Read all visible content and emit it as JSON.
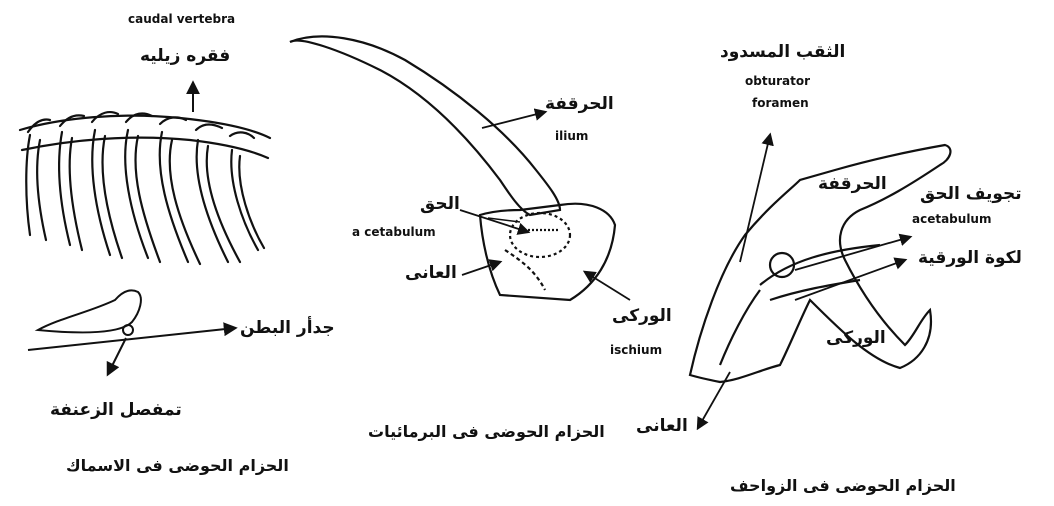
{
  "fish": {
    "caudal_vertebra_en": "caudal vertebra",
    "caudal_vertebra_ar": "فقره زيليه",
    "abdominal_wall_ar": "جدأر البطن",
    "fin_joint_ar": "تمفصل الزعنفة",
    "caption": "الحزام الحوضى فى الاسماك"
  },
  "amphibian": {
    "ilium_ar": "الحرقفة",
    "ilium_en": "ilium",
    "acetabulum_ar": "الحق",
    "acetabulum_en": "a cetabulum",
    "pubis_ar": "العانى",
    "ischium_ar": "الوركى",
    "ischium_en": "ischium",
    "caption": "الحزام الحوضى فى البرمائيات"
  },
  "reptile": {
    "obturator_ar": "الثقب المسدود",
    "obturator_en_1": "obturator",
    "obturator_en_2": "foramen",
    "ilium_ar": "الحرقفة",
    "acetabulum_ar": "تجويف الحق",
    "acetabulum_en": "acetabulum",
    "foramen_ar": "لكوة الورقية",
    "ischium_ar": "الوركى",
    "pubis_ar": "العانى",
    "caption": "الحزام الحوضى فى الزواحف"
  }
}
